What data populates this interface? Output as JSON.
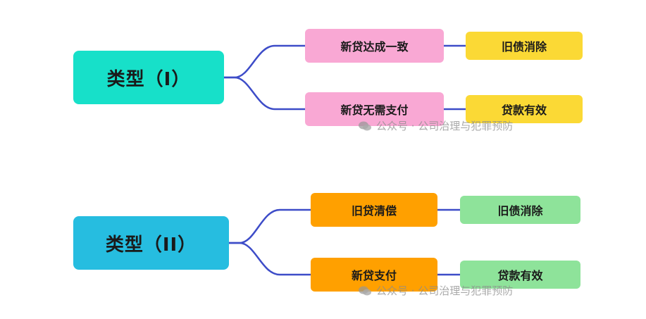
{
  "diagram": {
    "groups": [
      {
        "root": {
          "label": "类型（I）",
          "color": "#17e0c9"
        },
        "branches": [
          {
            "label": "新贷达成一致",
            "color": "#f9a8d4",
            "result": {
              "label": "旧债消除",
              "color": "#fbd935"
            }
          },
          {
            "label": "新贷无需支付",
            "color": "#f9a8d4",
            "result": {
              "label": "贷款有效",
              "color": "#fbd935"
            }
          }
        ]
      },
      {
        "root": {
          "label": "类型（II）",
          "color": "#26bde0"
        },
        "branches": [
          {
            "label": "旧贷清偿",
            "color": "#ffa000",
            "result": {
              "label": "旧债消除",
              "color": "#8ee39a"
            }
          },
          {
            "label": "新贷支付",
            "color": "#ffa000",
            "result": {
              "label": "贷款有效",
              "color": "#8ee39a"
            }
          }
        ]
      }
    ],
    "connector_color": "#3d4cc8"
  },
  "watermark": {
    "text": "公众号 · 公司治理与犯罪预防",
    "icon": "wechat-icon"
  }
}
